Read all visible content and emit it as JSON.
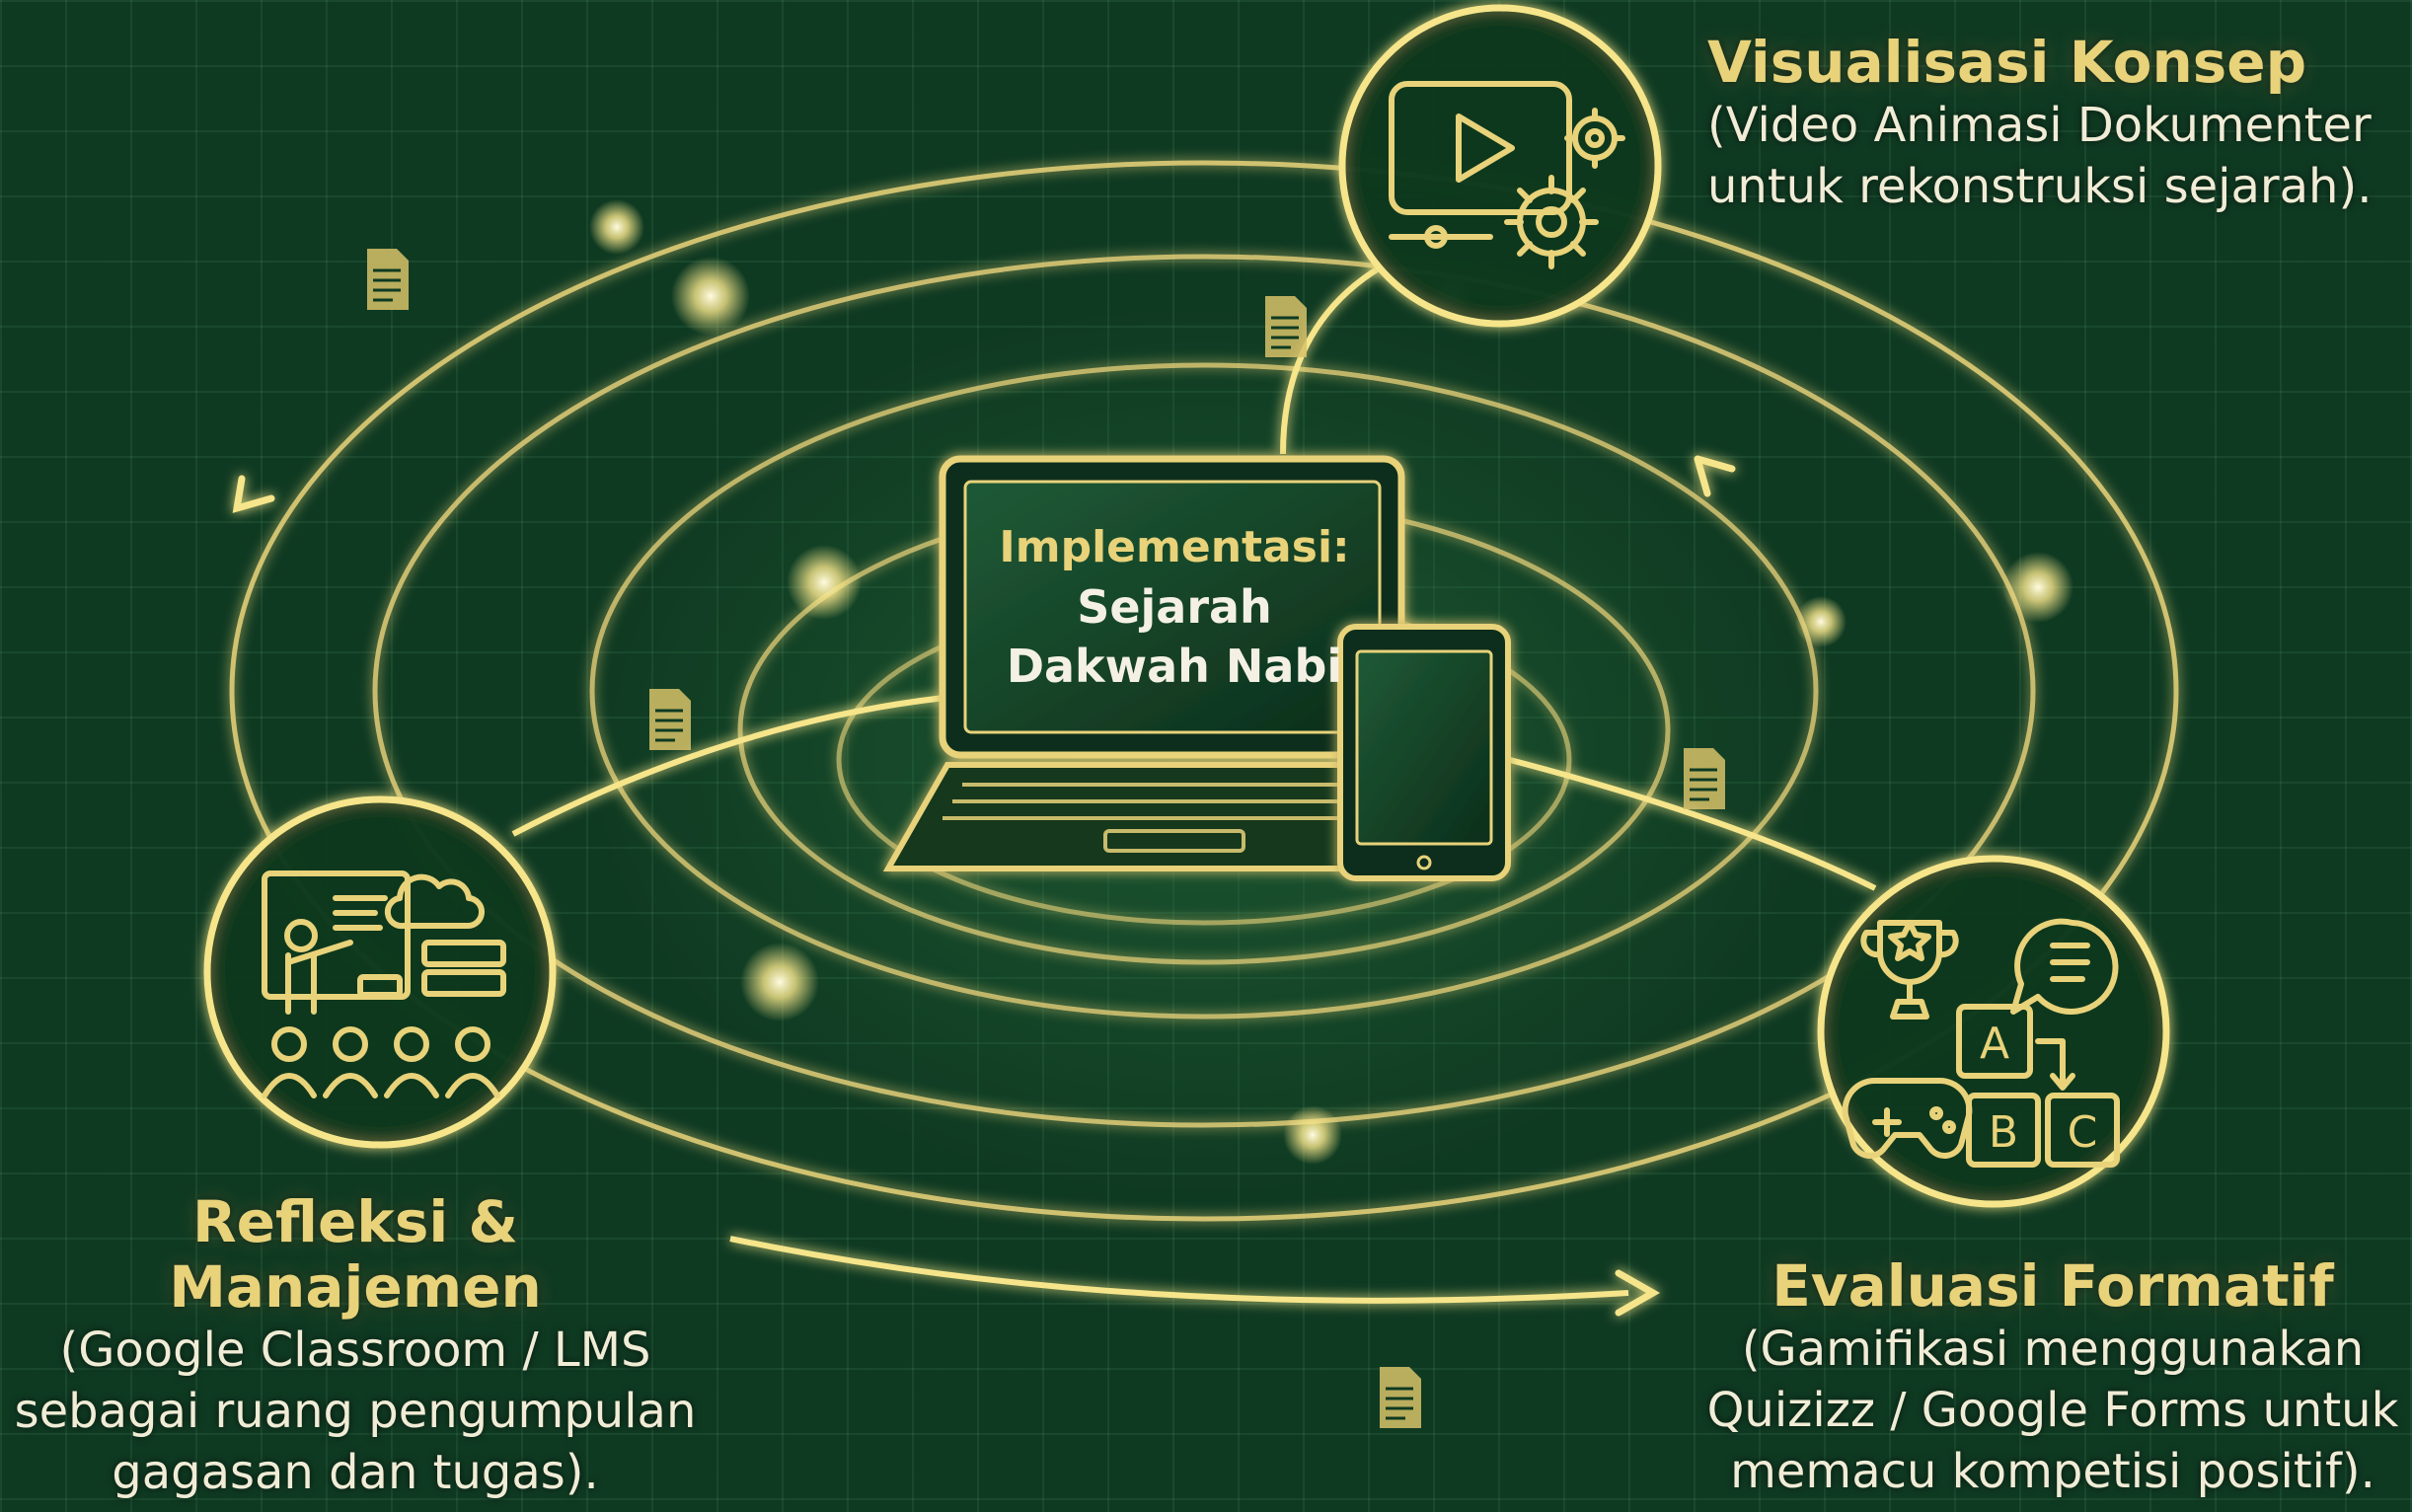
{
  "center": {
    "title": "Implementasi:",
    "line1": "Sejarah",
    "line2": "Dakwah Nabi"
  },
  "nodes": [
    {
      "title": "Visualisasi Konsep",
      "desc_lines": [
        "(Video Animasi Dokumenter",
        "untuk rekonstruksi sejarah)."
      ],
      "icon": "video-gear-icon"
    },
    {
      "title": "Refleksi & Manajemen",
      "desc_lines": [
        "(Google Classroom / LMS",
        "sebagai ruang pengumpulan",
        "gagasan dan tugas)."
      ],
      "icon": "classroom-cloud-icon"
    },
    {
      "title": "Evaluasi Formatif",
      "desc_lines": [
        "(Gamifikasi menggunakan",
        "Quizizz / Google Forms untuk",
        "memacu kompetisi positif)."
      ],
      "icon": "gamification-quiz-icon"
    }
  ],
  "icons": {
    "quiz_letters": [
      "A",
      "B",
      "C"
    ]
  },
  "colors": {
    "background": "#0f3a22",
    "gold": "#e8d27a",
    "glow": "#f6e58a",
    "text": "#f1ecd6"
  }
}
